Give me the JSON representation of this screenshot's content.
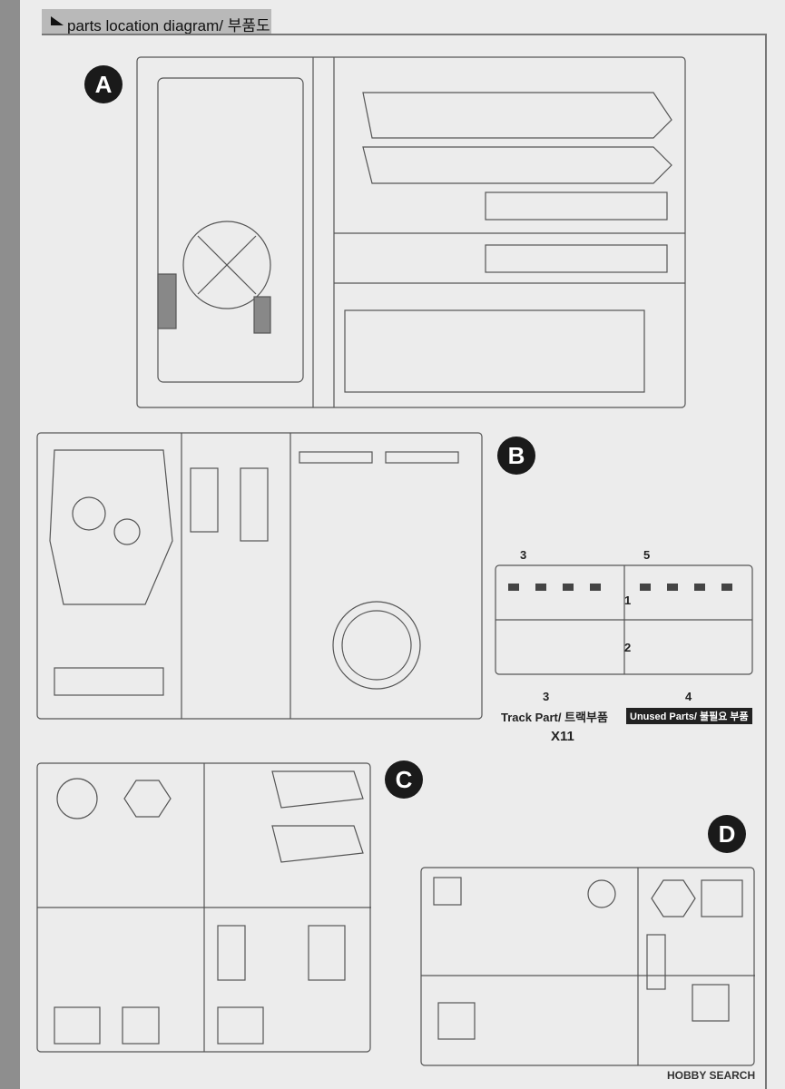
{
  "header": {
    "title": "parts location diagram/ 부품도"
  },
  "sprues": {
    "a": {
      "letter": "A"
    },
    "b": {
      "letter": "B"
    },
    "c": {
      "letter": "C"
    },
    "d": {
      "letter": "D"
    }
  },
  "track": {
    "caption": "Track Part/ 트랙부품",
    "multiplier": "X11",
    "unused_label": "Unused Parts/ 불필요 부품",
    "num_3": "3",
    "num_5": "5",
    "num_1": "1",
    "num_2": "2",
    "num_4": "4",
    "num_3b": "3"
  },
  "watermark": {
    "text": "HOBBY SEARCH"
  }
}
